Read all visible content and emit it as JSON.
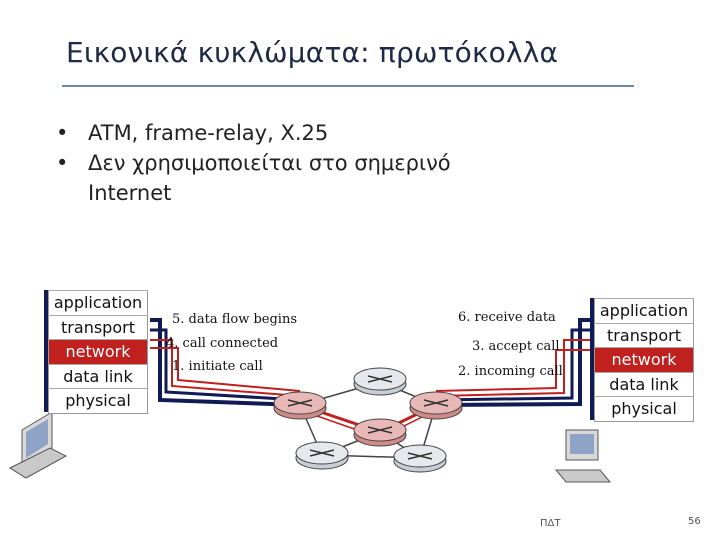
{
  "slide": {
    "title": "Εικονικά κυκλώματα: πρωτόκολλα",
    "bullets": [
      "ATM, frame-relay, X.25",
      "Δεν χρησιμοποιείται στο σημερινό",
      "Internet"
    ],
    "footer_left": "ΠΔΤ",
    "page_number": "56"
  },
  "left_stack": {
    "layers": [
      "application",
      "transport",
      "network",
      "data link",
      "physical"
    ]
  },
  "right_stack": {
    "layers": [
      "application",
      "transport",
      "network",
      "data link",
      "physical"
    ]
  },
  "left_labels": {
    "data_flow": "5. data flow begins",
    "call_connected": "4. call connected",
    "initiate_call": "1. initiate call"
  },
  "right_labels": {
    "receive_data": "6. receive data",
    "accept_call": "3. accept call",
    "incoming_call": "2. incoming call"
  },
  "colors": {
    "highlight": "#c0201e",
    "dark_blue": "#101a55",
    "router": "#c8ccd4",
    "router_highlight": "#d08a88"
  }
}
